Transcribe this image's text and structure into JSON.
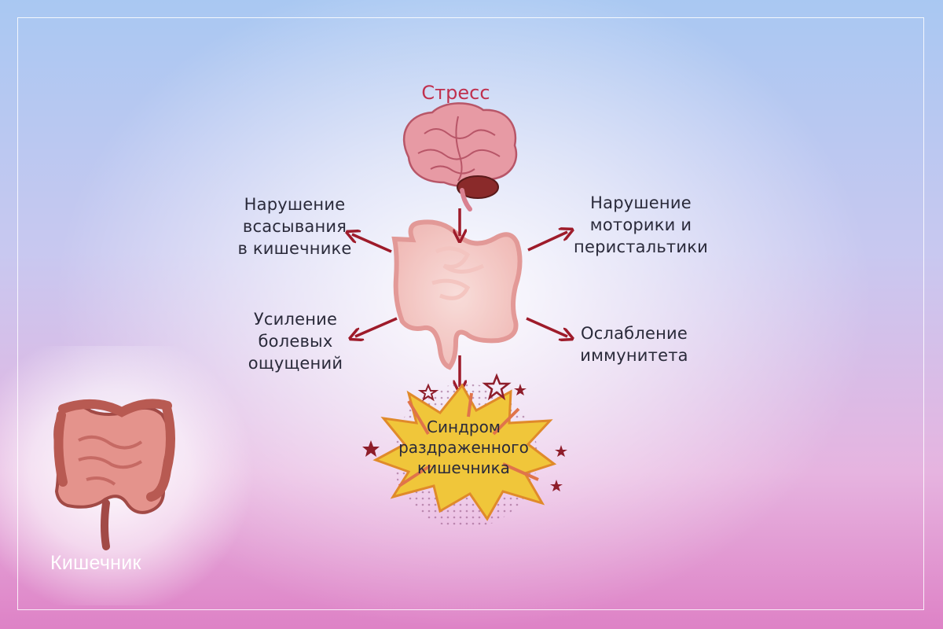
{
  "title": "Стресс",
  "effects": {
    "absorption": "Нарушение\nвсасывания\nв кишечнике",
    "motility": "Нарушение\nмоторики и\nперистальтики",
    "pain": "Усиление\nболевых\nощущений",
    "immunity": "Ослабление\nиммунитета"
  },
  "result": "Синдром\nраздраженного\nкишечника",
  "caption": "Кишечник",
  "colors": {
    "title": "#c0304e",
    "arrow": "#9e1b2a",
    "burst": "#f0c63a",
    "burst_outline": "#e08a2a",
    "star": "#8e1d2a",
    "text": "#2a2a3a"
  }
}
